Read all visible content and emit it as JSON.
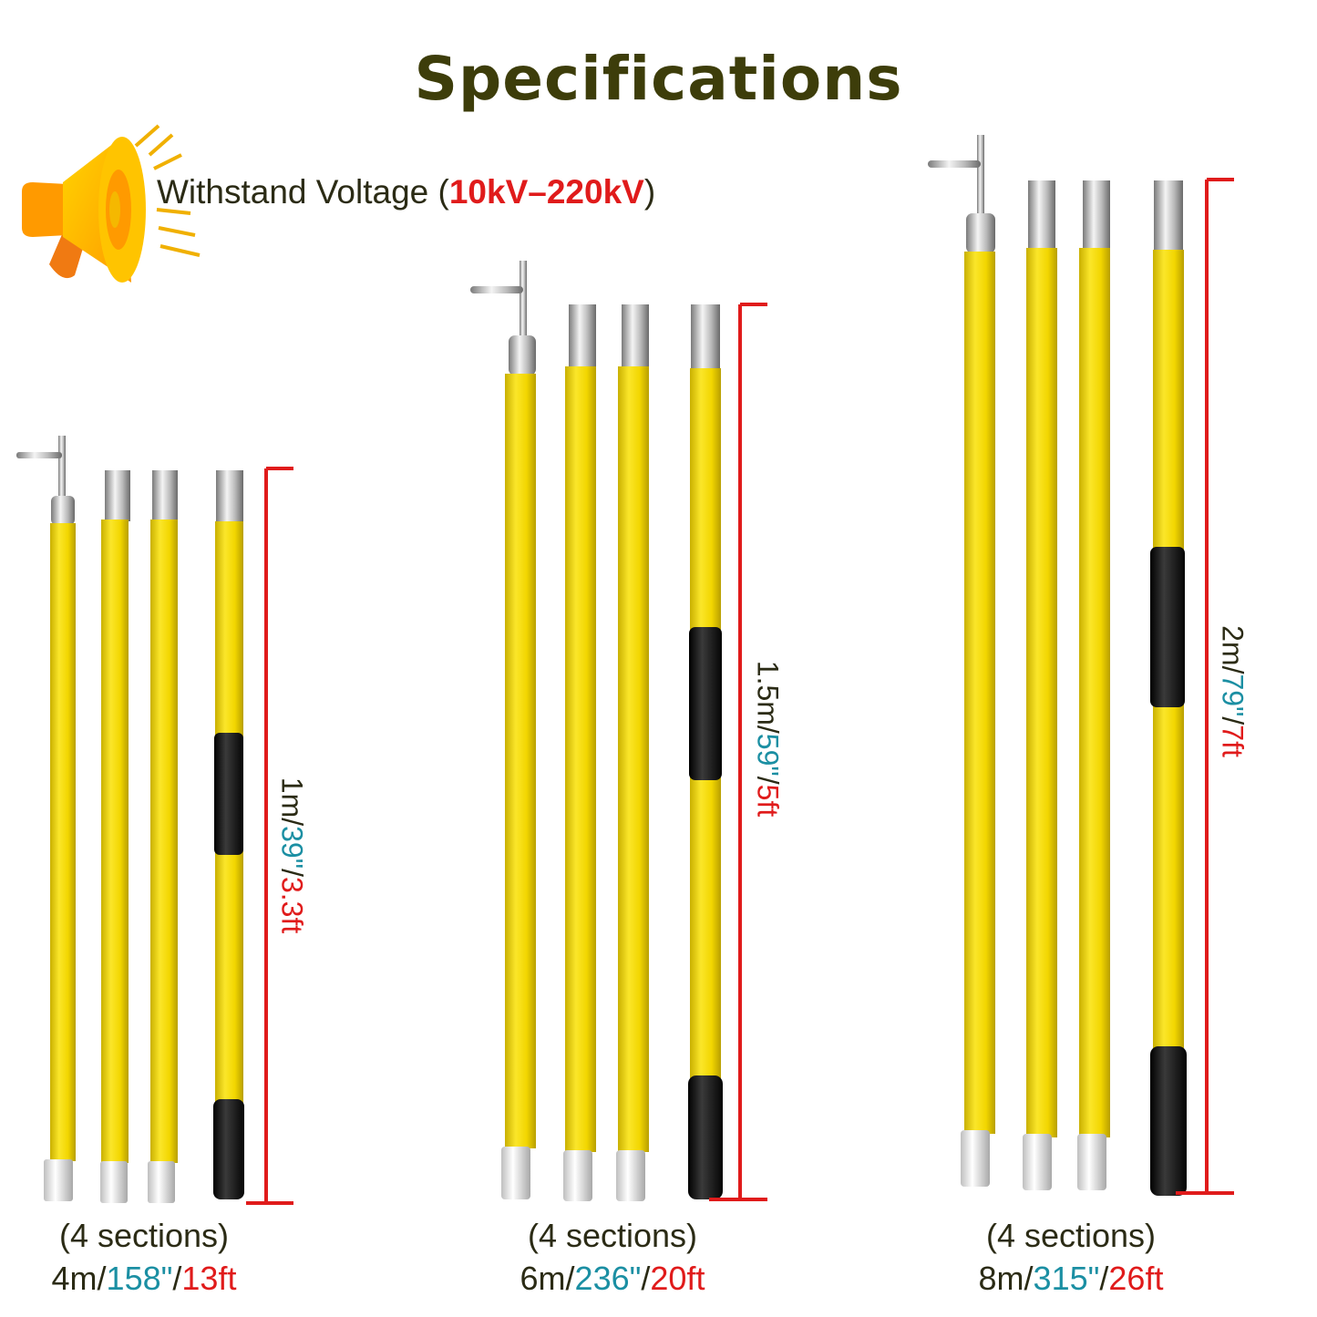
{
  "header": {
    "title": "Specifications",
    "voltage_label": "Withstand Voltage (",
    "voltage_value": "10kV–220kV",
    "voltage_close": ")"
  },
  "icons": {
    "announcement": "megaphone-icon"
  },
  "colors": {
    "title": "#3d3d0a",
    "pole_yellow": "#f2d600",
    "accent_red": "#e01b1b",
    "accent_teal": "#1b8fa3",
    "grip_black": "#141414"
  },
  "poles": [
    {
      "section_length": {
        "metric": "1m/",
        "inches": "39\"",
        "sep": "/",
        "feet": "3.3ft"
      },
      "sections": "(4 sections)",
      "total_length": {
        "metric": "4m/",
        "inches": "158\"",
        "sep": "/",
        "feet": "13ft"
      }
    },
    {
      "section_length": {
        "metric": "1.5m/",
        "inches": "59\"",
        "sep": "/",
        "feet": "5ft"
      },
      "sections": "(4 sections)",
      "total_length": {
        "metric": "6m/",
        "inches": "236\"",
        "sep": "/",
        "feet": "20ft"
      }
    },
    {
      "section_length": {
        "metric": "2m/",
        "inches": "79\"",
        "sep": "/",
        "feet": "7ft"
      },
      "sections": "(4 sections)",
      "total_length": {
        "metric": "8m/",
        "inches": "315\"",
        "sep": "/",
        "feet": "26ft"
      }
    }
  ]
}
